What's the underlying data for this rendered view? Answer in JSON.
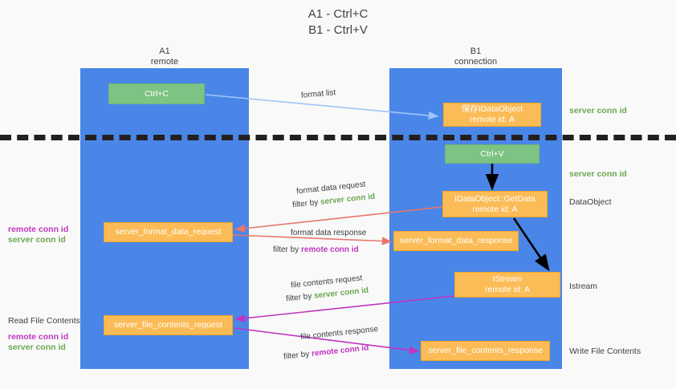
{
  "title": {
    "line1": "A1 - Ctrl+C",
    "line2": "B1 - Ctrl+V"
  },
  "colors": {
    "lane": "#4a86e8",
    "orange": "#fbbc57",
    "green_box": "#7dc383",
    "server_conn_text": "#6aa84f",
    "remote_conn_text": "#c035c0",
    "background": "#f9f9f9",
    "arrow_blue": "#9fc5f8",
    "arrow_red": "#e8766a",
    "arrow_magenta": "#c035c0",
    "arrow_black": "#000000",
    "divider": "#231f20"
  },
  "lanes": [
    {
      "name": "A1",
      "sub": "remote"
    },
    {
      "name": "B1",
      "sub": "connection"
    }
  ],
  "boxes": {
    "ctrl_c": "Ctrl+C",
    "ctrl_v": "Ctrl+V",
    "save_idataobject_l1": "保存IDataObject",
    "save_idataobject_l2": "remote id: A",
    "getdata_l1": "IDataObject::GetData",
    "getdata_l2": "remote id: A",
    "istream_l1": "IStream",
    "istream_l2": "remote id: A",
    "server_format_data_request": "server_format_data_request",
    "server_format_data_response": "server_format_data_response",
    "server_file_contents_request": "server_file_contents_request",
    "server_file_contents_response": "server_file_contents_response"
  },
  "right_labels": {
    "server_conn_id_1": "server conn id",
    "server_conn_id_2": "server conn id",
    "dataobject": "DataObject",
    "istream": "Istream",
    "write_file_contents": "Write File Contents"
  },
  "left_labels": {
    "remote_conn_id_1": "remote conn id",
    "server_conn_id_1": "server conn id",
    "read_file_contents": "Read File Contents",
    "remote_conn_id_2": "remote conn id",
    "server_conn_id_2": "server conn id"
  },
  "arrow_labels": {
    "format_list": "format list",
    "format_data_request": "format data request",
    "format_data_request_filter_prefix": "filter by ",
    "format_data_request_filter_value": "server conn id",
    "format_data_response": "format data response",
    "format_data_response_filter_prefix": "filter by ",
    "format_data_response_filter_value": "remote conn id",
    "file_contents_request": "file contents request",
    "file_contents_request_filter_prefix": "filter by ",
    "file_contents_request_filter_value": "server conn id",
    "file_contents_response": "file contents response",
    "file_contents_response_filter_prefix": "filter by ",
    "file_contents_response_filter_value": "remote conn id"
  }
}
